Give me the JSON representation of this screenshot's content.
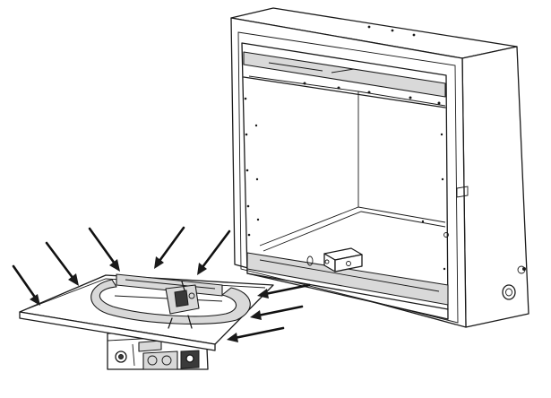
{
  "figure": {
    "components": {
      "firebox": "firebox-enclosure",
      "burner": "burner-assembly",
      "gas_valve": "gas-valve-control"
    },
    "arrow_count": 8,
    "colors": {
      "line": "#1a1a1a",
      "background": "#ffffff",
      "shade": "#d9d9d9"
    }
  }
}
